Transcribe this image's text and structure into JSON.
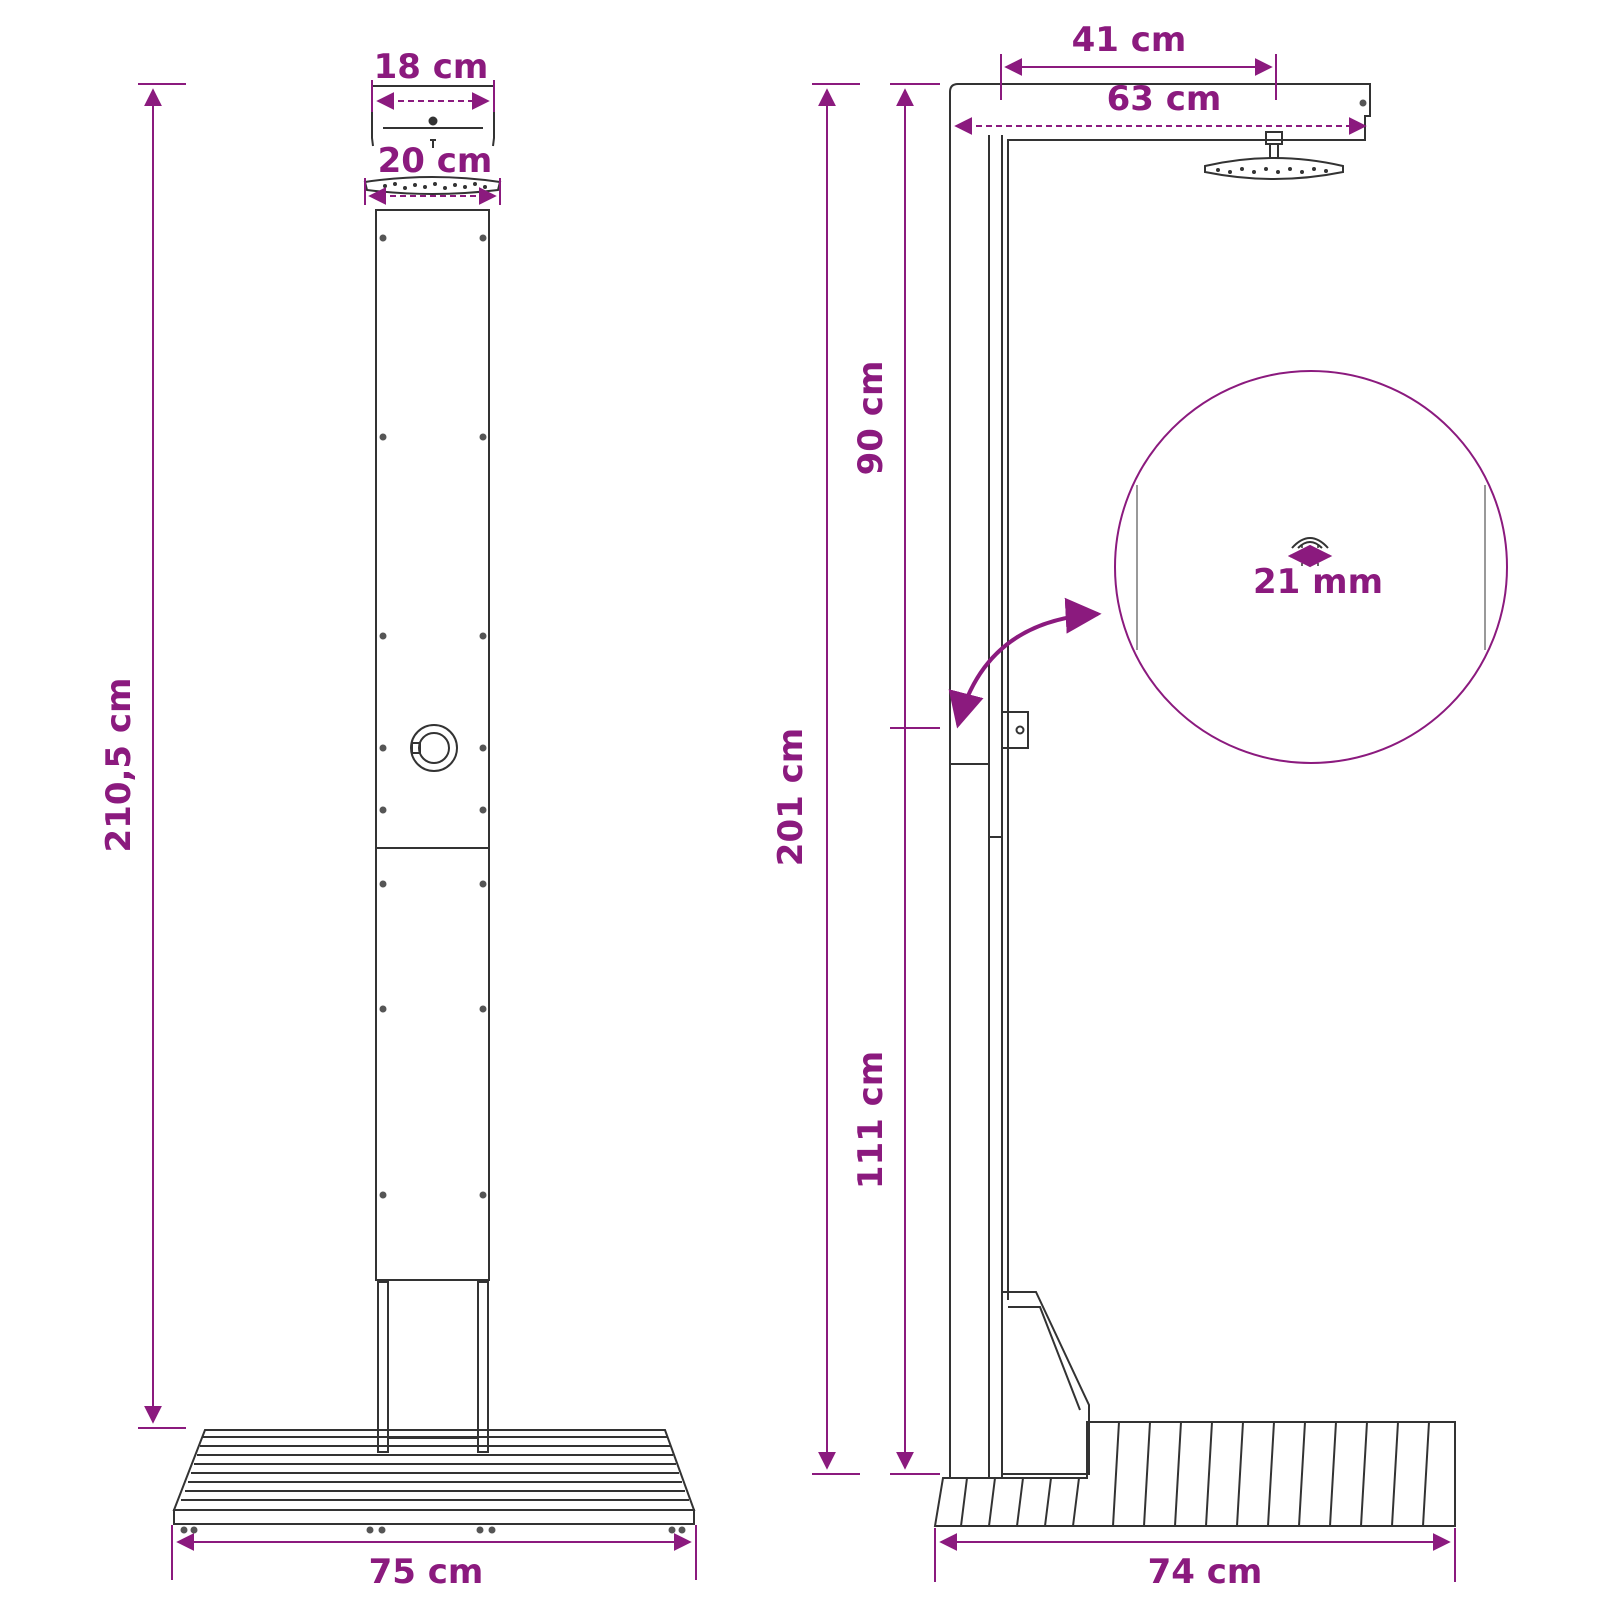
{
  "colors": {
    "dimension": "#8B1A7E",
    "outline": "#333333",
    "background": "#ffffff"
  },
  "front_view": {
    "top_width": "18 cm",
    "head_width": "20 cm",
    "total_height": "210,5 cm",
    "base_width": "75 cm"
  },
  "side_view": {
    "arm_offset": "41 cm",
    "arm_length": "63 cm",
    "upper_height": "90 cm",
    "total_height": "201 cm",
    "lower_height": "111 cm",
    "base_depth": "74 cm",
    "detail_size": "21 mm"
  }
}
